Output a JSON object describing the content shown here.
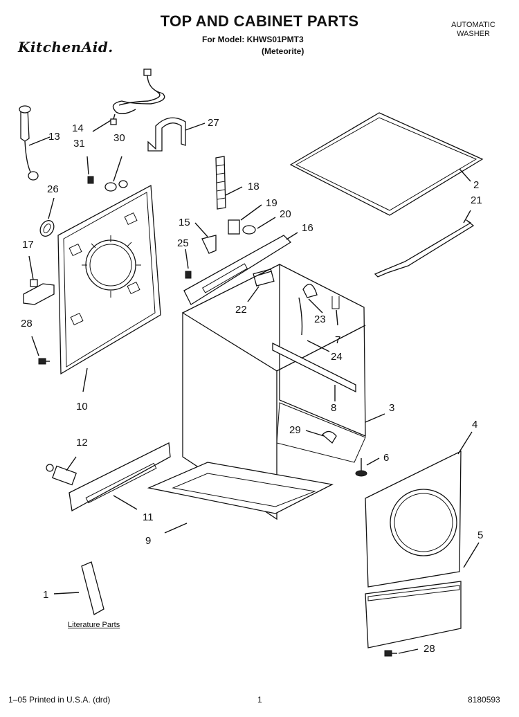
{
  "header": {
    "title": "TOP AND CABINET PARTS",
    "model_line": "For Model: KHWS01PMT3",
    "variant": "(Meteorite)",
    "brand": "KitchenAid.",
    "category_line1": "AUTOMATIC",
    "category_line2": "WASHER"
  },
  "callouts": {
    "c1": "1",
    "c2": "2",
    "c3": "3",
    "c4": "4",
    "c5": "5",
    "c6": "6",
    "c7": "7",
    "c8": "8",
    "c9": "9",
    "c10": "10",
    "c11": "11",
    "c12": "12",
    "c13": "13",
    "c14": "14",
    "c16": "16",
    "c15": "15",
    "c17": "17",
    "c18": "18",
    "c19": "19",
    "c20": "20",
    "c21": "21",
    "c22": "22",
    "c23": "23",
    "c24": "24",
    "c25": "25",
    "c26": "26",
    "c27": "27",
    "c28a": "28",
    "c28b": "28",
    "c29": "29",
    "c30": "30",
    "c31": "31"
  },
  "literature_label": "Literature Parts",
  "footer": {
    "left": "1–05 Printed in U.S.A. (drd)",
    "page": "1",
    "right": "8180593"
  }
}
